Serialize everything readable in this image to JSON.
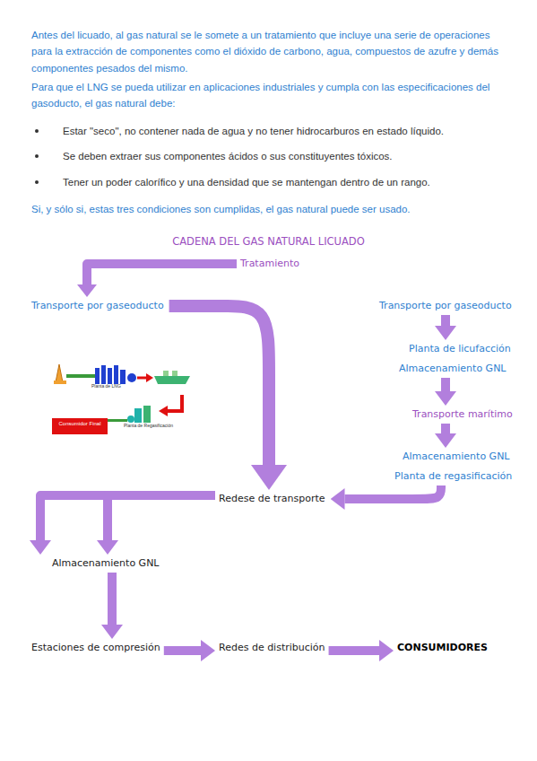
{
  "diagram": {
    "title": "CADENA DEL GAS NATURAL LICUADO",
    "nodes": [
      {
        "text": [
          "Tratamiento"
        ]
      },
      {
        "text": [
          "Transporte por gaseoducto"
        ]
      },
      {
        "text": [
          "Transporte por gaseoducto"
        ]
      },
      {
        "text": [
          "Planta de licufacción"
        ]
      },
      {
        "text": [
          "Almacenamiento GNL"
        ]
      },
      {
        "text": [
          "Transporte marítimo"
        ]
      },
      {
        "text": [
          "Almacenamiento GNL"
        ]
      },
      {
        "text": [
          "Planta de regasificación"
        ]
      },
      {
        "text": [
          "Redese de transporte"
        ]
      },
      {
        "text": [
          "Almacenamiento GNL"
        ]
      },
      {
        "text": [
          "Estaciones de compresión"
        ]
      },
      {
        "text": [
          "Redes de distribución"
        ]
      },
      {
        "text": [
          "CONSUMIDORES"
        ]
      }
    ],
    "edges": [
      {
        "from": 0,
        "to": 1,
        "arrow": "to"
      },
      {
        "from": 1,
        "to": 8,
        "arrow": "to"
      },
      {
        "from": 2,
        "to": 3,
        "arrow": "to"
      },
      {
        "from": 4,
        "to": 5,
        "arrow": "to"
      },
      {
        "from": 5,
        "to": 6,
        "arrow": "to"
      },
      {
        "from": 7,
        "to": 8,
        "arrow": "to"
      },
      {
        "from": 8,
        "to": 9,
        "arrow": "to"
      },
      {
        "from": 8,
        "to": 9,
        "arrow": "to"
      },
      {
        "from": 9,
        "to": 10,
        "arrow": "to"
      },
      {
        "from": 10,
        "to": 11,
        "arrow": "to"
      },
      {
        "from": 11,
        "to": 12,
        "arrow": "to"
      }
    ],
    "labels": [
      "Antes del licuado, al gas natural se le somete a un tratamiento que incluye una serie de operaciones para la extracción de componentes como el dióxido de carbono, agua, compuestos de azufre y demás componentes pesados del mismo.",
      "Para que el LNG se pueda utilizar en aplicaciones industriales y cumpla con las especificaciones del gasoducto, el gas natural debe:",
      "Estar \"seco\", no contener nada de agua y no tener hidrocarburos en estado líquido.",
      "Se deben extraer sus componentes ácidos o sus constituyentes tóxicos.",
      "Tener un poder calorífico y una densidad que se mantengan dentro de un rango.",
      "Si, y sólo si, estas tres condiciones son cumplidas, el gas natural puede ser usado.",
      "Planta de LNG",
      "Planta de Regasificación",
      "Consumidor Final"
    ]
  }
}
